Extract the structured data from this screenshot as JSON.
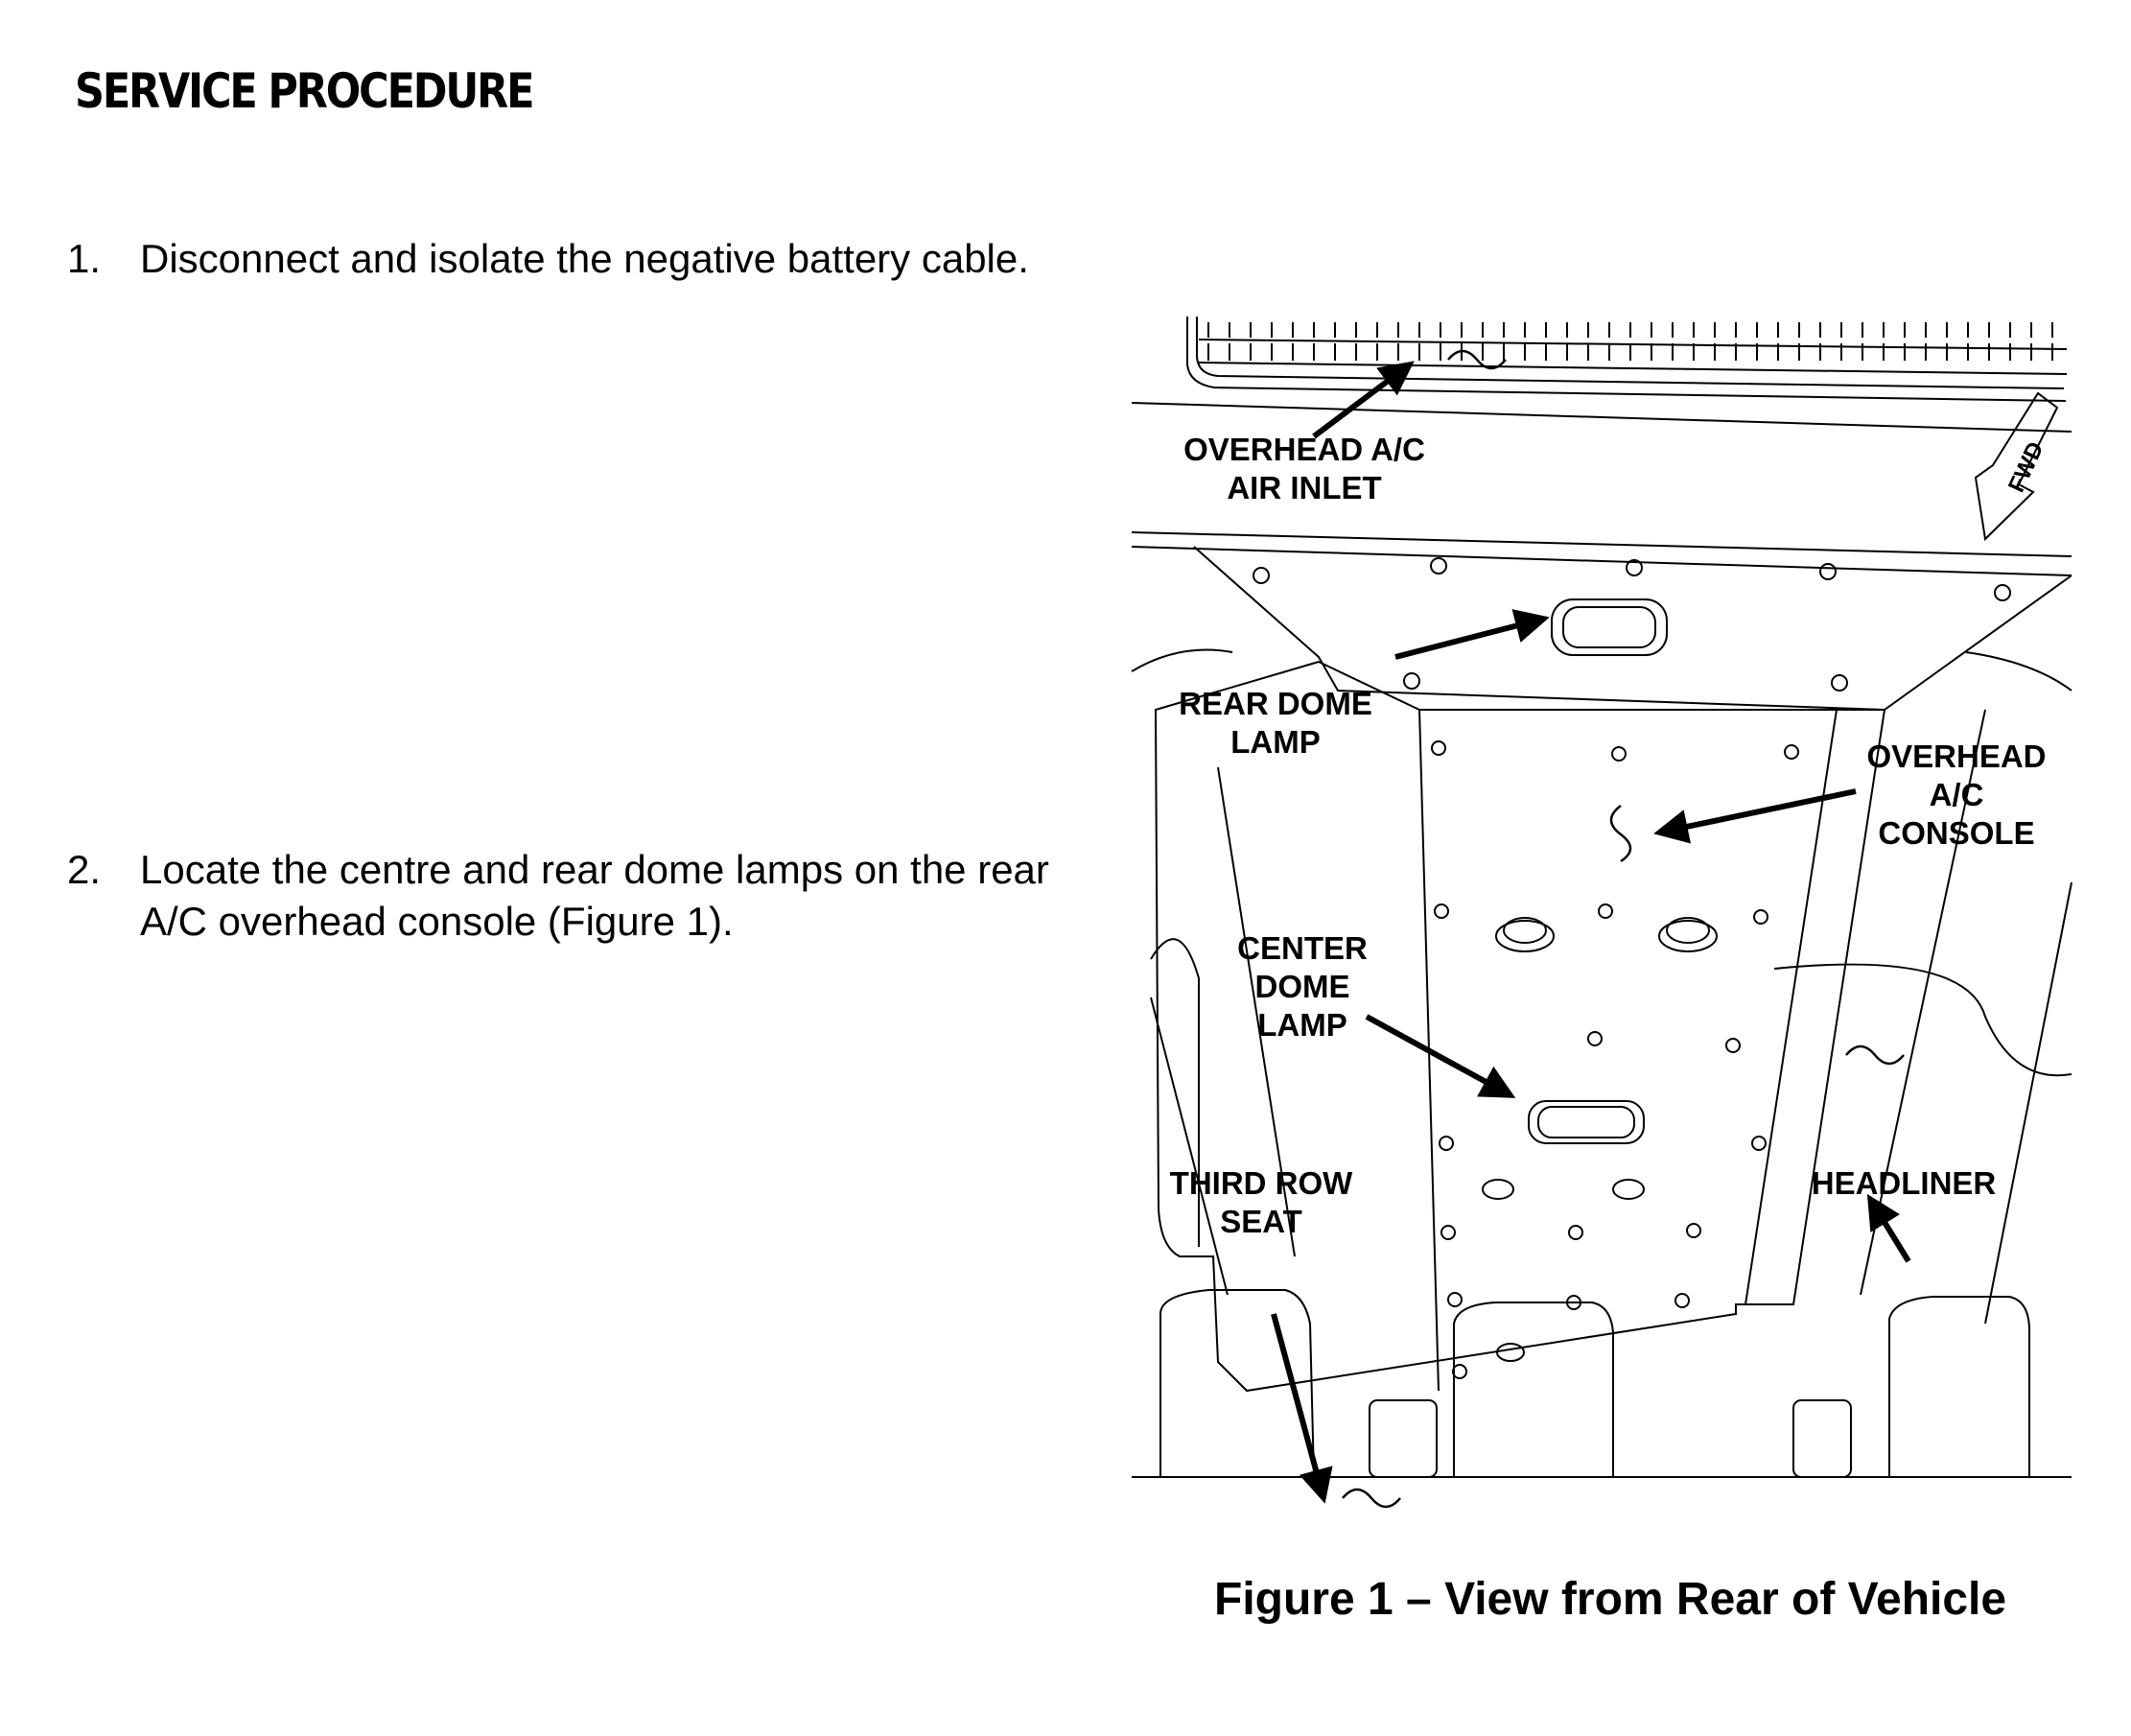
{
  "header": {
    "title": "SERVICE PROCEDURE"
  },
  "steps": [
    {
      "number": "1.",
      "text": "Disconnect and isolate the negative battery cable."
    },
    {
      "number": "2.",
      "text": "Locate the centre and rear dome lamps on the rear A/C overhead console (Figure 1)."
    }
  ],
  "figure": {
    "caption": "Figure 1 – View from Rear of Vehicle",
    "fwd_marker": "FWD",
    "callouts": {
      "overhead_ac_air_inlet": [
        "OVERHEAD A/C",
        "AIR INLET"
      ],
      "rear_dome_lamp": [
        "REAR DOME",
        "LAMP"
      ],
      "overhead_ac_console": [
        "OVERHEAD",
        "A/C",
        "CONSOLE"
      ],
      "center_dome_lamp": [
        "CENTER",
        "DOME",
        "LAMP"
      ],
      "third_row_seat": [
        "THIRD ROW",
        "SEAT"
      ],
      "headliner": [
        "HEADLINER"
      ]
    }
  }
}
